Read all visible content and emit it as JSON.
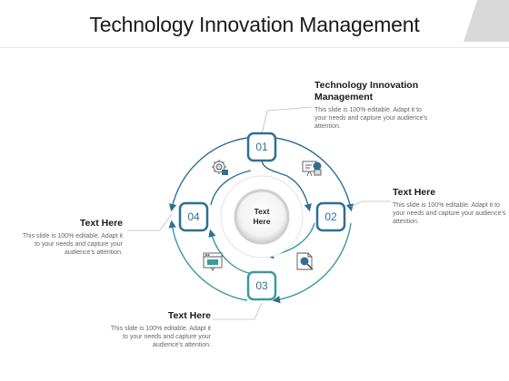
{
  "title": "Technology Innovation Management",
  "center_label": "Text Here",
  "steps": [
    {
      "number": "01",
      "icon": "presentation-icon"
    },
    {
      "number": "02",
      "icon": "search-document-icon"
    },
    {
      "number": "03",
      "icon": "browser-window-icon"
    },
    {
      "number": "04",
      "icon": "settings-badge-icon"
    }
  ],
  "text_blocks": [
    {
      "heading": "Technology Innovation Management",
      "body": "This slide is 100% editable. Adapt it to your needs and capture your audience's attention."
    },
    {
      "heading": "Text Here",
      "body": "This slide is 100% editable. Adapt it to your needs and capture your audience's attention."
    },
    {
      "heading": "Text Here",
      "body": "This slide is 100% editable. Adapt it to your needs and capture your audience's attention."
    },
    {
      "heading": "Text Here",
      "body": "This slide is 100% editable. Adapt it to your needs and capture your audience's attention."
    }
  ],
  "colors": {
    "primary": "#2f6f94",
    "teal": "#3a9aa0",
    "title_bar_accent": "#d9d9d9"
  }
}
